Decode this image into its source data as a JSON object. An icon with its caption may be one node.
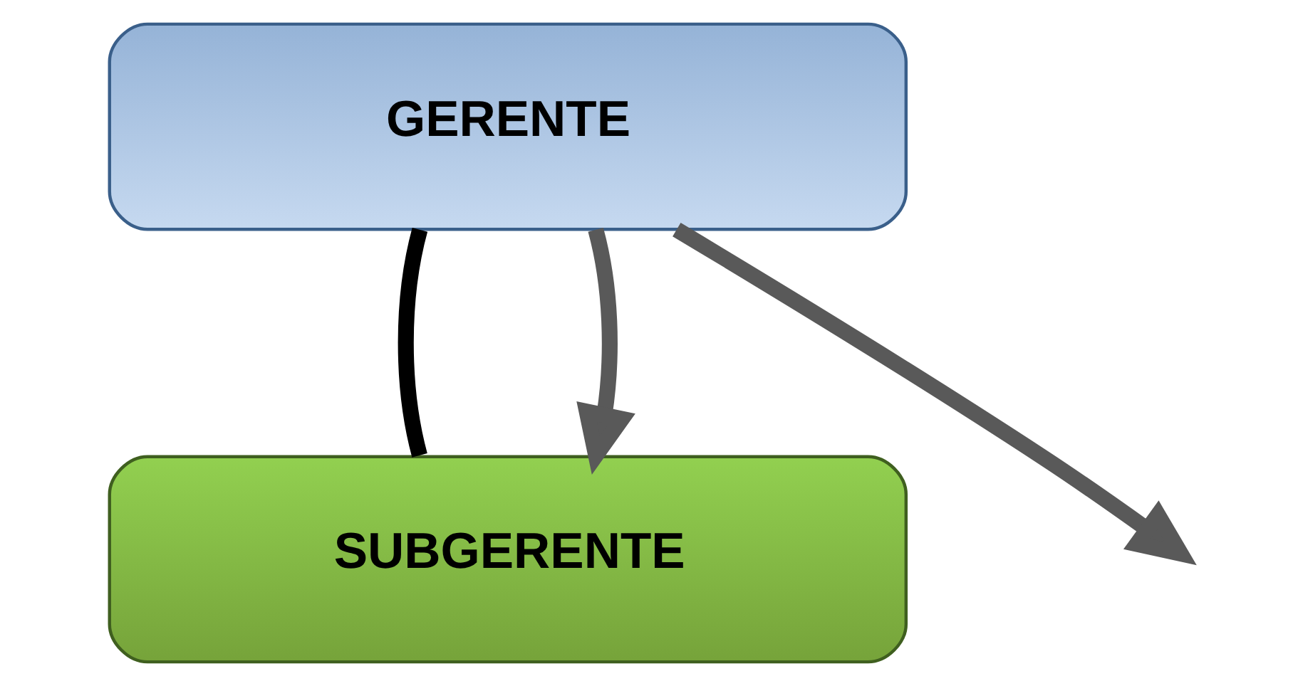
{
  "diagram": {
    "nodes": [
      {
        "text": [
          "GERENTE"
        ]
      },
      {
        "text": [
          "SUBGERENTE"
        ]
      }
    ],
    "edges": [
      {
        "from": 0,
        "to": 1,
        "arrow": "none",
        "color": "#000000"
      },
      {
        "from": 0,
        "to": 1,
        "arrow": "to"
      },
      {
        "from": 0,
        "to": null,
        "arrow": "to"
      }
    ]
  }
}
